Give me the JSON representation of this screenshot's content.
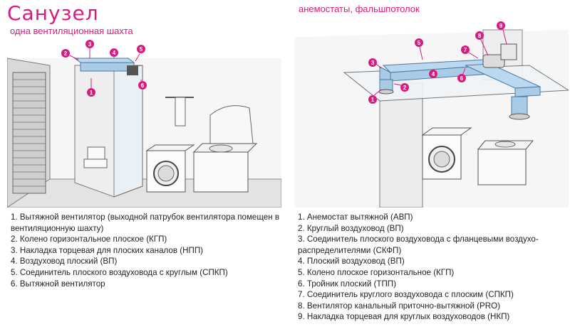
{
  "left": {
    "title": "Санузел",
    "subtitle": "одна вентиляционная шахта",
    "markers": [
      "1",
      "2",
      "3",
      "4",
      "5",
      "6"
    ],
    "legend": [
      "1. Вытяжной вентилятор (выходной патрубок вентилятора помещен в вентиляционную шахту)",
      "2. Колено горизонтальное плоское (КГП)",
      "3. Накладка торцевая для плоских каналов (НПП)",
      "4. Воздуховод плоский (ВП)",
      "5. Соединитель плоского воздуховода с круглым (СПКП)",
      "6. Вытяжной вентилятор"
    ]
  },
  "right": {
    "subtitle": "анемостаты, фальшпотолок",
    "markers": [
      "1",
      "2",
      "3",
      "4",
      "5",
      "6",
      "7",
      "8",
      "9"
    ],
    "legend": [
      "1. Анемостат вытяжной (АВП)",
      "2. Круглый воздуховод (ВП)",
      "3. Соединитель плоского воздуховода с фланцевыми воздухо-распределителями (СКФП)",
      "4. Плоский воздуховод (ВП)",
      "5. Колено плоское горизонтальное (КГП)",
      "6. Тройник плоский (ТПП)",
      "7. Соединитель круглого воздуховода с плоским (СПКП)",
      "8. Вентилятор канальный приточно-вытяжной (PRO)",
      "9. Накладка торцевая для круглых воздуховодов (НКП)"
    ]
  },
  "colors": {
    "accent": "#d81b7f",
    "duct": "#bcd8ee",
    "wall": "#ececec",
    "line": "#5a5a5a"
  }
}
